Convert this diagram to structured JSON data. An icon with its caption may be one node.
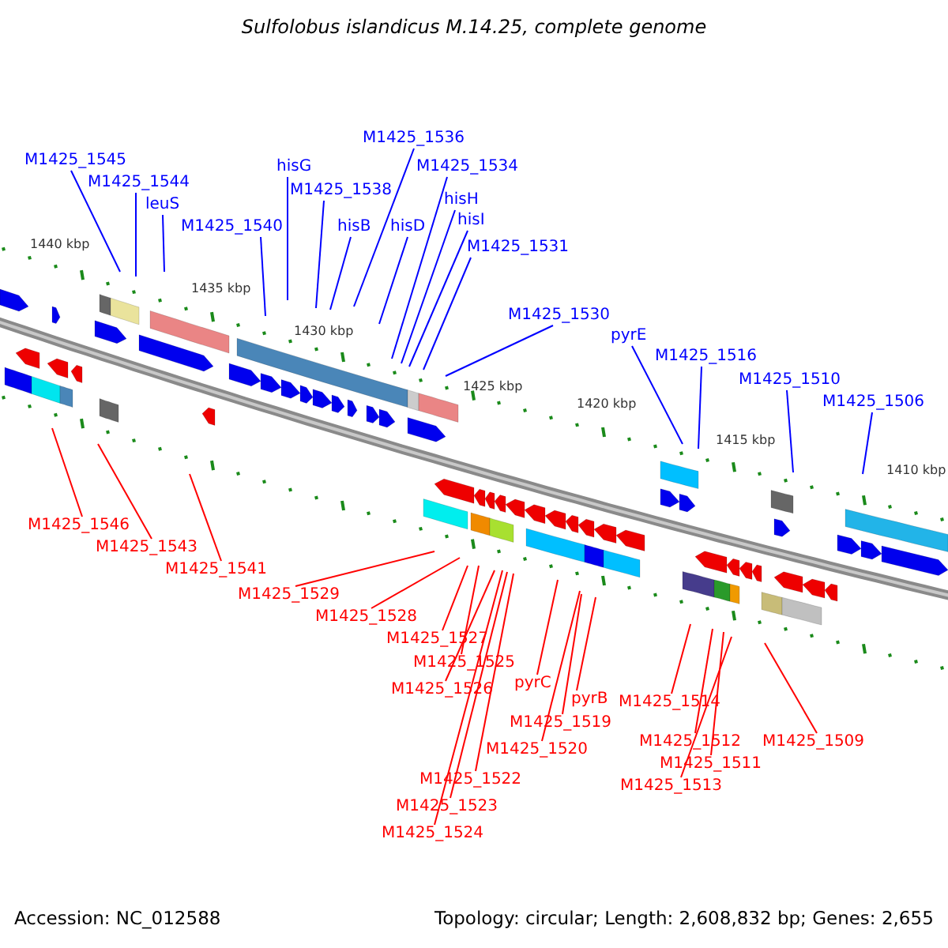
{
  "diagram": {
    "title": "Sulfolobus islandicus M.14.25, complete genome",
    "nodes": [
      {
        "text": [
          "M1425_1545"
        ]
      },
      {
        "text": [
          "M1425_1544"
        ]
      },
      {
        "text": [
          "leuS"
        ]
      },
      {
        "text": [
          "M1425_1540"
        ]
      },
      {
        "text": [
          "hisG"
        ]
      },
      {
        "text": [
          "M1425_1538"
        ]
      },
      {
        "text": [
          "M1425_1536"
        ]
      },
      {
        "text": [
          "hisB"
        ]
      },
      {
        "text": [
          "hisD"
        ]
      },
      {
        "text": [
          "M1425_1534"
        ]
      },
      {
        "text": [
          "hisH"
        ]
      },
      {
        "text": [
          "hisI"
        ]
      },
      {
        "text": [
          "M1425_1531"
        ]
      },
      {
        "text": [
          "M1425_1530"
        ]
      },
      {
        "text": [
          "pyrE"
        ]
      },
      {
        "text": [
          "M1425_1516"
        ]
      },
      {
        "text": [
          "M1425_1510"
        ]
      },
      {
        "text": [
          "M1425_1506"
        ]
      },
      {
        "text": [
          "M1425_1546"
        ]
      },
      {
        "text": [
          "M1425_1543"
        ]
      },
      {
        "text": [
          "M1425_1541"
        ]
      },
      {
        "text": [
          "M1425_1529"
        ]
      },
      {
        "text": [
          "M1425_1528"
        ]
      },
      {
        "text": [
          "M1425_1527"
        ]
      },
      {
        "text": [
          "M1425_1525"
        ]
      },
      {
        "text": [
          "M1425_1526"
        ]
      },
      {
        "text": [
          "M1425_1522"
        ]
      },
      {
        "text": [
          "M1425_1523"
        ]
      },
      {
        "text": [
          "M1425_1524"
        ]
      },
      {
        "text": [
          "pyrC"
        ]
      },
      {
        "text": [
          "M1425_1519"
        ]
      },
      {
        "text": [
          "pyrB"
        ]
      },
      {
        "text": [
          "M1425_1520"
        ]
      },
      {
        "text": [
          "M1425_1514"
        ]
      },
      {
        "text": [
          "M1425_1512"
        ]
      },
      {
        "text": [
          "M1425_1511"
        ]
      },
      {
        "text": [
          "M1425_1513"
        ]
      },
      {
        "text": [
          "M1425_1509"
        ]
      }
    ],
    "edges": [
      {
        "from": 0,
        "to": null,
        "arrow": "none",
        "color": "#0000ff"
      },
      {
        "from": 1,
        "to": null,
        "arrow": "none",
        "color": "#0000ff"
      },
      {
        "from": 2,
        "to": null,
        "arrow": "none",
        "color": "#0000ff"
      },
      {
        "from": 3,
        "to": null,
        "arrow": "none",
        "color": "#0000ff"
      },
      {
        "from": 4,
        "to": null,
        "arrow": "none",
        "color": "#0000ff"
      },
      {
        "from": 5,
        "to": null,
        "arrow": "none",
        "color": "#0000ff"
      },
      {
        "from": 6,
        "to": null,
        "arrow": "none",
        "color": "#0000ff"
      },
      {
        "from": 7,
        "to": null,
        "arrow": "none",
        "color": "#0000ff"
      },
      {
        "from": 8,
        "to": null,
        "arrow": "none",
        "color": "#0000ff"
      },
      {
        "from": 9,
        "to": null,
        "arrow": "none",
        "color": "#0000ff"
      },
      {
        "from": 10,
        "to": null,
        "arrow": "none",
        "color": "#0000ff"
      },
      {
        "from": 11,
        "to": null,
        "arrow": "none",
        "color": "#0000ff"
      },
      {
        "from": 12,
        "to": null,
        "arrow": "none",
        "color": "#0000ff"
      },
      {
        "from": 13,
        "to": null,
        "arrow": "none",
        "color": "#0000ff"
      },
      {
        "from": 14,
        "to": null,
        "arrow": "none",
        "color": "#0000ff"
      },
      {
        "from": 15,
        "to": null,
        "arrow": "none",
        "color": "#0000ff"
      },
      {
        "from": 16,
        "to": null,
        "arrow": "none",
        "color": "#0000ff"
      },
      {
        "from": 17,
        "to": null,
        "arrow": "none",
        "color": "#0000ff"
      },
      {
        "from": 18,
        "to": null,
        "arrow": "none"
      },
      {
        "from": 19,
        "to": null,
        "arrow": "none"
      },
      {
        "from": 20,
        "to": null,
        "arrow": "none"
      },
      {
        "from": 21,
        "to": null,
        "arrow": "none"
      },
      {
        "from": 22,
        "to": null,
        "arrow": "none"
      },
      {
        "from": 23,
        "to": null,
        "arrow": "none"
      },
      {
        "from": 24,
        "to": null,
        "arrow": "none"
      },
      {
        "from": 25,
        "to": null,
        "arrow": "none"
      },
      {
        "from": 26,
        "to": null,
        "arrow": "none"
      },
      {
        "from": 27,
        "to": null,
        "arrow": "none"
      },
      {
        "from": 28,
        "to": null,
        "arrow": "none"
      },
      {
        "from": 29,
        "to": null,
        "arrow": "none"
      },
      {
        "from": 30,
        "to": null,
        "arrow": "none"
      },
      {
        "from": 31,
        "to": null,
        "arrow": "none"
      },
      {
        "from": 32,
        "to": null,
        "arrow": "none"
      },
      {
        "from": 33,
        "to": null,
        "arrow": "none"
      },
      {
        "from": 34,
        "to": null,
        "arrow": "none"
      },
      {
        "from": 35,
        "to": null,
        "arrow": "none"
      },
      {
        "from": 36,
        "to": null,
        "arrow": "none"
      },
      {
        "from": 37,
        "to": null,
        "arrow": "none"
      }
    ],
    "labels": [
      "1440 kbp",
      "1435 kbp",
      "1430 kbp",
      "1425 kbp",
      "1420 kbp",
      "1415 kbp",
      "1410 kbp",
      "Accession: NC_012588",
      "Topology: circular; Length: 2,608,832 bp; Genes: 2,655"
    ]
  }
}
